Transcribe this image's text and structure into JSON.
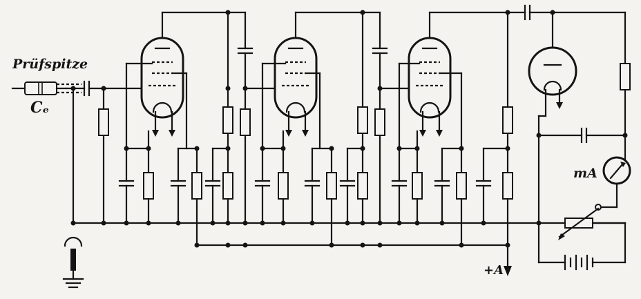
{
  "labels": {
    "probe": "Prüfspitze",
    "ce": "Cₑ",
    "ma": "mA",
    "plus_a": "+A"
  },
  "colors": {
    "ink": "#141414",
    "paper": "#f4f3f0"
  }
}
